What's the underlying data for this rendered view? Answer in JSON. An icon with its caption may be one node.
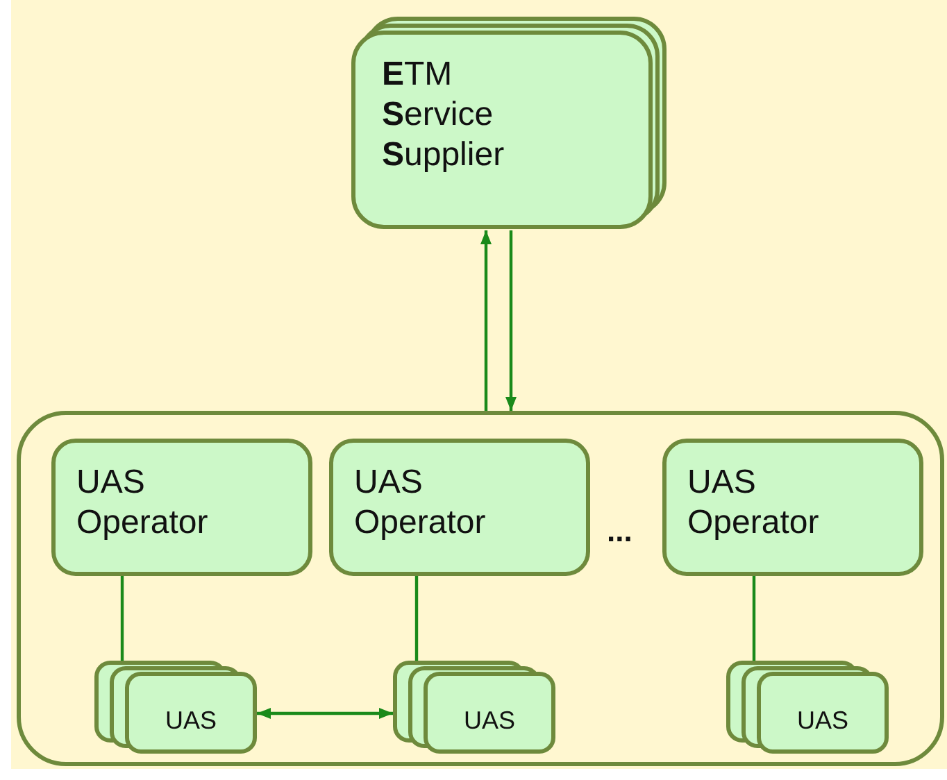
{
  "diagram": {
    "nodes": [
      {
        "text": [
          "**E**TM **S**ervice **S**upplier"
        ]
      },
      {
        "text": [],
        "shape": "box"
      },
      {
        "text": [
          "UAS Operator"
        ],
        "in": 1
      },
      {
        "text": [
          "UAS Operator"
        ],
        "in": 1
      },
      {
        "text": [
          "UAS Operator"
        ],
        "in": 1
      },
      {
        "text": [
          "UAS"
        ],
        "in": 1
      },
      {
        "text": [
          "UAS"
        ],
        "in": 1
      },
      {
        "text": [
          "UAS"
        ],
        "in": 1
      }
    ],
    "edges": [
      {
        "from": 1,
        "to": 0,
        "arrow": "to"
      },
      {
        "from": 0,
        "to": 1,
        "arrow": "to"
      },
      {
        "from": 2,
        "to": 5,
        "arrow": "none"
      },
      {
        "from": 3,
        "to": 6,
        "arrow": "none"
      },
      {
        "from": 4,
        "to": 7,
        "arrow": "none"
      },
      {
        "from": 5,
        "to": 6,
        "arrow": "both"
      }
    ],
    "labels": [
      "..."
    ]
  }
}
